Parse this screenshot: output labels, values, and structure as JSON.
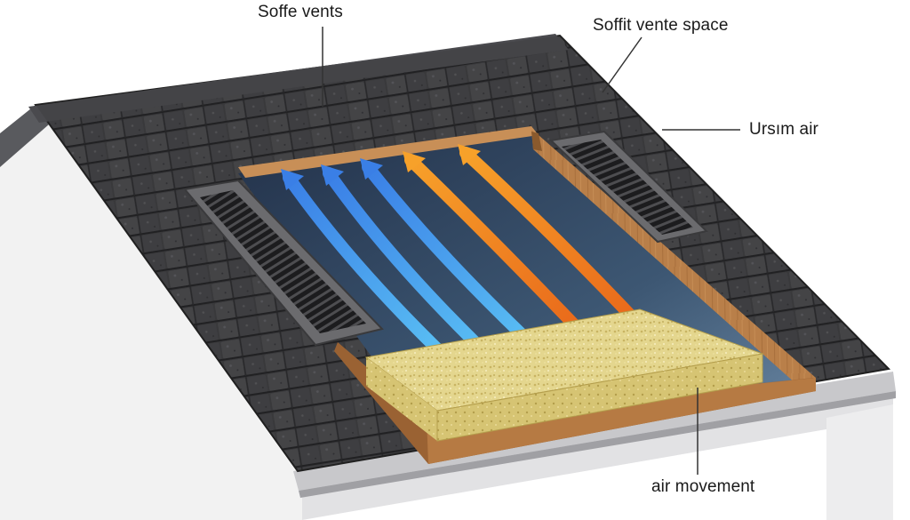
{
  "labels": {
    "soffit_vents": "Soffe vents",
    "soffit_vent_space": "Soffit vente space",
    "rising_air": "Ursım air",
    "air_movement": "air movement"
  },
  "colors": {
    "shingle": "#3d3d3f",
    "shingle_edge": "#2a2a2c",
    "wood": "#b47a45",
    "insulation": "#e2d48a",
    "cool_air": "#2f8fe0",
    "warm_air": "#f08a1e",
    "vent_frame": "#5a5a5c"
  },
  "arrows": [
    {
      "name": "cool-air-arrow-1",
      "kind": "cool"
    },
    {
      "name": "cool-air-arrow-2",
      "kind": "cool"
    },
    {
      "name": "cool-air-arrow-3",
      "kind": "cool"
    },
    {
      "name": "warm-air-arrow-1",
      "kind": "warm"
    },
    {
      "name": "warm-air-arrow-2",
      "kind": "warm"
    }
  ]
}
